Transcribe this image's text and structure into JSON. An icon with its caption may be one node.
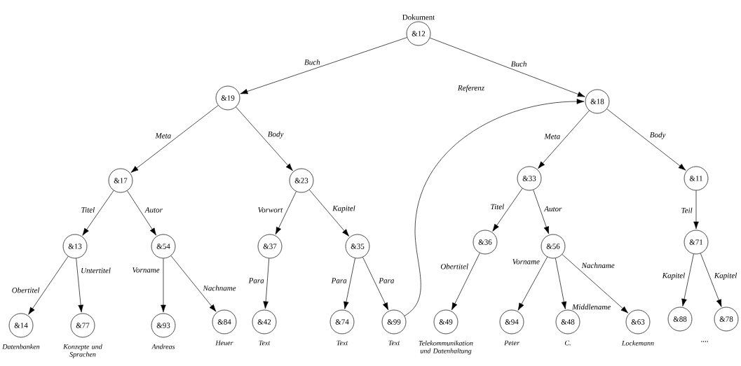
{
  "diagram": {
    "nodes": [
      {
        "text": [
          "&12"
        ],
        "beside": [
          "Dokument"
        ]
      },
      {
        "text": [
          "&19"
        ]
      },
      {
        "text": [
          "&18"
        ]
      },
      {
        "text": [
          "&17"
        ]
      },
      {
        "text": [
          "&23"
        ]
      },
      {
        "text": [
          "&33"
        ]
      },
      {
        "text": [
          "&11"
        ]
      },
      {
        "text": [
          "&13"
        ]
      },
      {
        "text": [
          "&54"
        ]
      },
      {
        "text": [
          "&37"
        ]
      },
      {
        "text": [
          "&35"
        ]
      },
      {
        "text": [
          "&36"
        ]
      },
      {
        "text": [
          "&56"
        ]
      },
      {
        "text": [
          "&71"
        ]
      },
      {
        "text": [
          "&14"
        ],
        "beside": [
          "Datenbanken"
        ]
      },
      {
        "text": [
          "&77"
        ],
        "beside": [
          "Konzepte und Sprachen"
        ]
      },
      {
        "text": [
          "&93"
        ],
        "beside": [
          "Andreas"
        ]
      },
      {
        "text": [
          "&84"
        ],
        "beside": [
          "Heuer"
        ]
      },
      {
        "text": [
          "&42"
        ],
        "beside": [
          "Text"
        ]
      },
      {
        "text": [
          "&74"
        ],
        "beside": [
          "Text"
        ]
      },
      {
        "text": [
          "&99"
        ],
        "beside": [
          "Text"
        ]
      },
      {
        "text": [
          "&49"
        ],
        "beside": [
          "Telekommunikation und Datenhaltung"
        ]
      },
      {
        "text": [
          "&94"
        ],
        "beside": [
          "Peter"
        ]
      },
      {
        "text": [
          "&48"
        ],
        "beside": [
          "C."
        ]
      },
      {
        "text": [
          "&63"
        ],
        "beside": [
          "Lockemann"
        ]
      },
      {
        "text": [
          "&88"
        ]
      },
      {
        "text": [
          "&78"
        ]
      }
    ],
    "edges": [
      {
        "from": 0,
        "to": 1,
        "arrow": "to",
        "label": "Buch"
      },
      {
        "from": 0,
        "to": 2,
        "arrow": "to",
        "label": "Buch"
      },
      {
        "from": 1,
        "to": 3,
        "arrow": "to",
        "label": "Meta"
      },
      {
        "from": 1,
        "to": 4,
        "arrow": "to",
        "label": "Body"
      },
      {
        "from": 2,
        "to": 5,
        "arrow": "to",
        "label": "Meta"
      },
      {
        "from": 2,
        "to": 6,
        "arrow": "to",
        "label": "Body"
      },
      {
        "from": 3,
        "to": 7,
        "arrow": "to",
        "label": "Titel"
      },
      {
        "from": 3,
        "to": 8,
        "arrow": "to",
        "label": "Autor"
      },
      {
        "from": 4,
        "to": 9,
        "arrow": "to",
        "label": "Vorwort"
      },
      {
        "from": 4,
        "to": 10,
        "arrow": "to",
        "label": "Kapitel"
      },
      {
        "from": 5,
        "to": 11,
        "arrow": "to",
        "label": "Titel"
      },
      {
        "from": 5,
        "to": 12,
        "arrow": "to",
        "label": "Autor"
      },
      {
        "from": 6,
        "to": 13,
        "arrow": "to",
        "label": "Teil"
      },
      {
        "from": 7,
        "to": 14,
        "arrow": "to",
        "label": "Obertitel"
      },
      {
        "from": 7,
        "to": 15,
        "arrow": "to",
        "label": "Untertitel"
      },
      {
        "from": 8,
        "to": 16,
        "arrow": "to",
        "label": "Vorname"
      },
      {
        "from": 8,
        "to": 17,
        "arrow": "to",
        "label": "Nachname"
      },
      {
        "from": 9,
        "to": 18,
        "arrow": "to",
        "label": "Para"
      },
      {
        "from": 10,
        "to": 19,
        "arrow": "to",
        "label": "Para"
      },
      {
        "from": 10,
        "to": 20,
        "arrow": "to",
        "label": "Para"
      },
      {
        "from": 11,
        "to": 21,
        "arrow": "to",
        "label": "Obertitel"
      },
      {
        "from": 12,
        "to": 22,
        "arrow": "to",
        "label": "Vorname"
      },
      {
        "from": 12,
        "to": 23,
        "arrow": "to",
        "label": "Middlename"
      },
      {
        "from": 12,
        "to": 24,
        "arrow": "to",
        "label": "Nachname"
      },
      {
        "from": 13,
        "to": 25,
        "arrow": "to",
        "label": "Kapitel"
      },
      {
        "from": 13,
        "to": 26,
        "arrow": "to",
        "label": "Kapitel"
      },
      {
        "from": 20,
        "to": 2,
        "arrow": "to",
        "label": "Referenz"
      }
    ],
    "labels": [
      "...."
    ]
  }
}
